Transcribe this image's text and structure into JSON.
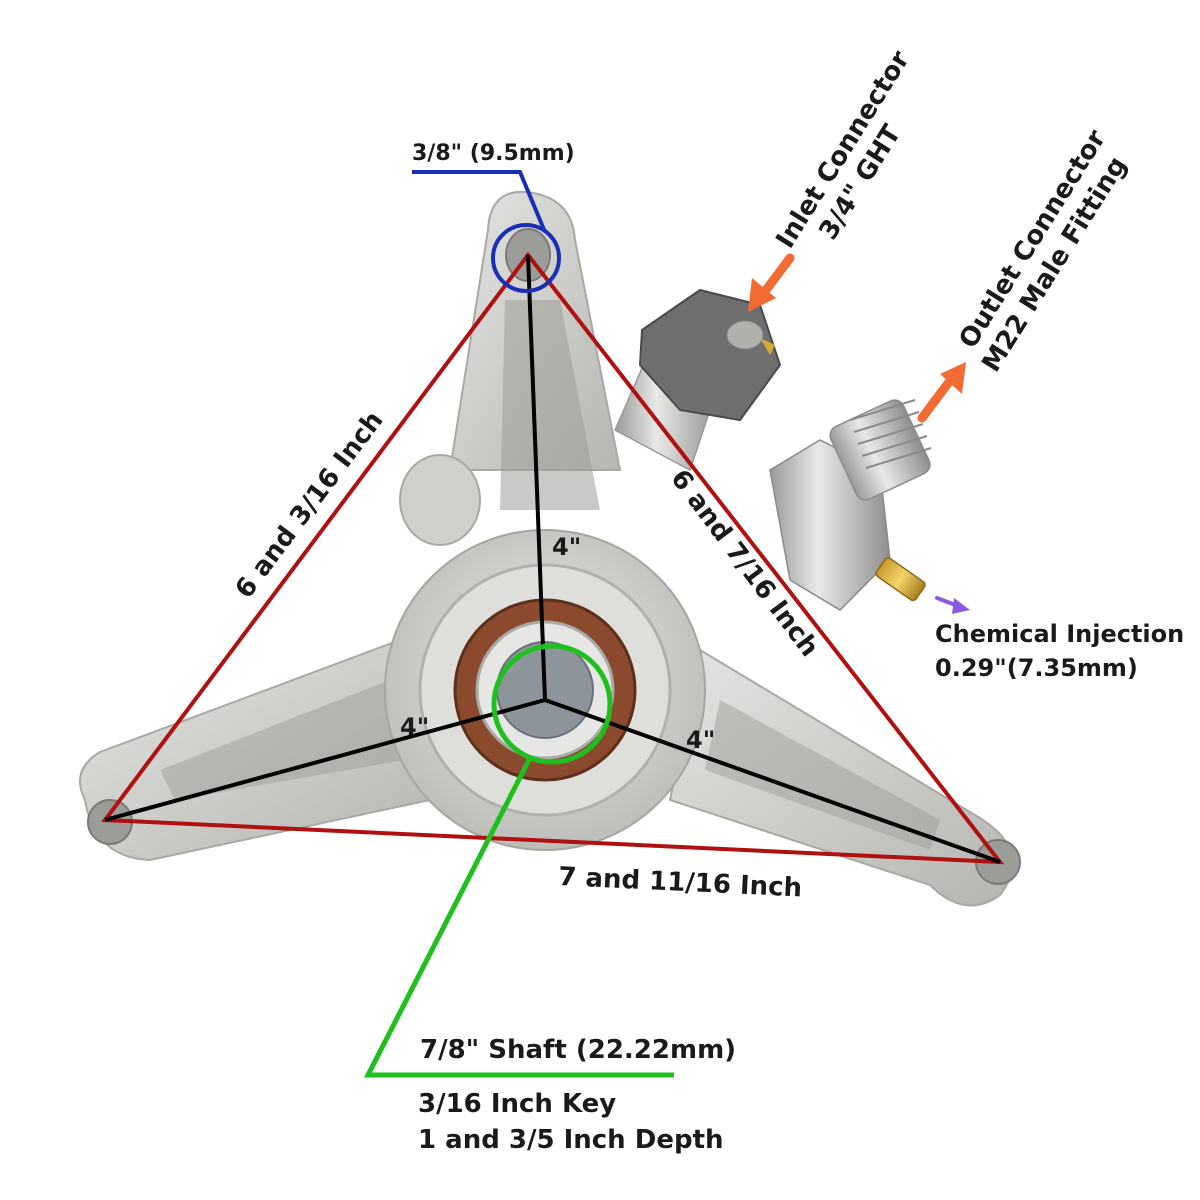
{
  "labels": {
    "mount_hole": "3/8\" (9.5mm)",
    "inlet_line1": "Inlet Connector",
    "inlet_line2": "3/4\" GHT",
    "outlet_line1": "Outlet Connector",
    "outlet_line2": "M22 Male Fitting",
    "chemical_line1": "Chemical Injection",
    "chemical_line2": "0.29\"(7.35mm)",
    "left_side": "6 and 3/16 Inch",
    "right_side": "6 and 7/16 Inch",
    "bottom_side": "7 and 11/16 Inch",
    "radius_top": "4\"",
    "radius_left": "4\"",
    "radius_right": "4\"",
    "shaft": "7/8\" Shaft (22.22mm)",
    "key_line1": "3/16 Inch Key",
    "key_line2": "1 and 3/5 Inch Depth"
  },
  "colors": {
    "triangle": "#b01010",
    "radius": "#000000",
    "hole_marker": "#1a2fb5",
    "shaft_marker": "#1fbf1f",
    "connector_arrow": "#f36b32",
    "chemical_arrow": "#8a5ae0",
    "pump_body": "#cfcfcc",
    "seal": "#8b4a2e",
    "knob": "#6e6e6e"
  }
}
